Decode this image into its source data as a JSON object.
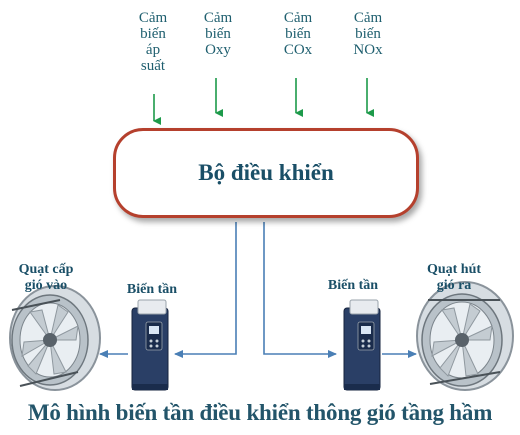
{
  "sensors": [
    {
      "line1": "Cảm",
      "line2": "biến",
      "line3": "áp",
      "line4": "suất"
    },
    {
      "line1": "Cảm",
      "line2": "biến",
      "line3": "Oxy",
      "line4": ""
    },
    {
      "line1": "Cảm",
      "line2": "biến",
      "line3": "COx",
      "line4": ""
    },
    {
      "line1": "Cảm",
      "line2": "biến",
      "line3": "NOx",
      "line4": ""
    }
  ],
  "controller": {
    "label": "Bộ điều khiển"
  },
  "left": {
    "fan_label_1": "Quạt cấp",
    "fan_label_2": "gió vào",
    "inverter_label": "Biến tần"
  },
  "right": {
    "fan_label_1": "Quạt hút",
    "fan_label_2": "gió ra",
    "inverter_label": "Biến tần"
  },
  "caption": "Mô hình biến tần điều khiển thông gió tầng hầm",
  "colors": {
    "sensor_arrow": "#1d9a4a",
    "controller_border": "#b5402d",
    "signal_line": "#4a7fb5",
    "text": "#1a4f67"
  }
}
